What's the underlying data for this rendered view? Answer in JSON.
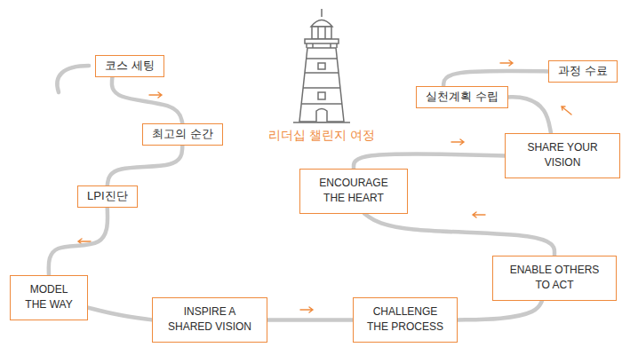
{
  "diagram": {
    "title": "리더십 챌린지 여정",
    "nodes": [
      {
        "text": [
          "코스 세팅"
        ]
      },
      {
        "text": [
          "최고의 순간"
        ]
      },
      {
        "text": [
          "LPI진단"
        ]
      },
      {
        "text": [
          "MODEL THE WAY"
        ]
      },
      {
        "text": [
          "INSPIRE A SHARED VISION"
        ]
      },
      {
        "text": [
          "CHALLENGE THE PROCESS"
        ]
      },
      {
        "text": [
          "ENABLE OTHERS TO ACT"
        ]
      },
      {
        "text": [
          "ENCOURAGE THE HEART"
        ]
      },
      {
        "text": [
          "SHARE YOUR VISION"
        ]
      },
      {
        "text": [
          "실천계획 수립"
        ]
      },
      {
        "text": [
          "과정 수료"
        ]
      }
    ],
    "edges": [
      {
        "from": 0,
        "to": 1,
        "arrow": "none"
      },
      {
        "from": 1,
        "to": 2,
        "arrow": "none"
      },
      {
        "from": 2,
        "to": 3,
        "arrow": "none"
      },
      {
        "from": 3,
        "to": 4,
        "arrow": "none"
      },
      {
        "from": 4,
        "to": 5,
        "arrow": "none"
      },
      {
        "from": 5,
        "to": 6,
        "arrow": "none"
      },
      {
        "from": 6,
        "to": 7,
        "arrow": "none"
      },
      {
        "from": 7,
        "to": 8,
        "arrow": "none"
      },
      {
        "from": 8,
        "to": 9,
        "arrow": "none"
      },
      {
        "from": 9,
        "to": 10,
        "arrow": "none"
      }
    ]
  }
}
